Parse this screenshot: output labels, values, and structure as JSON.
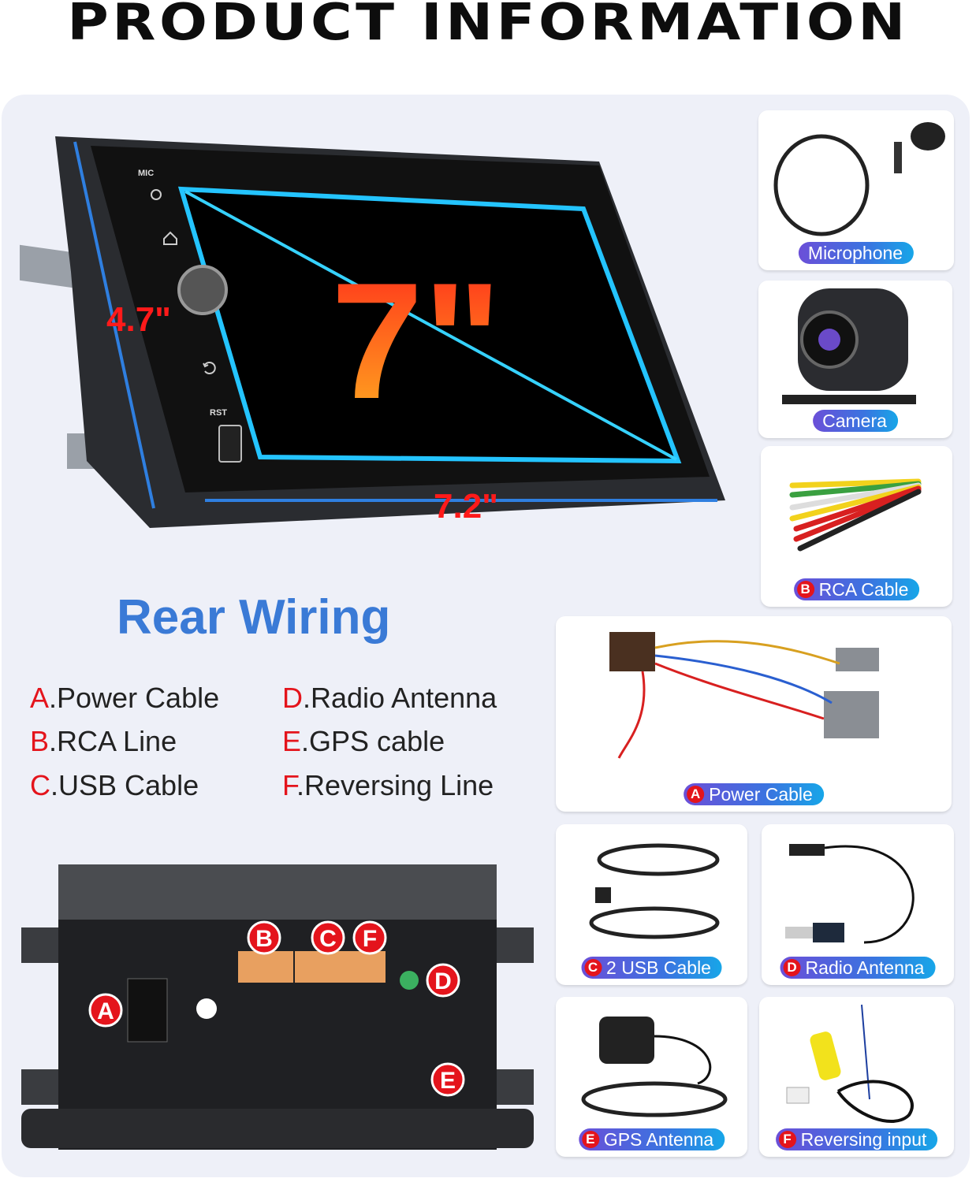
{
  "title": "PRODUCT INFORMATION",
  "head_unit": {
    "mic_label": "MIC",
    "rst_label": "RST",
    "screen_size": "7\"",
    "height_dim": "4.7\"",
    "width_dim": "7.2\""
  },
  "rear_wiring": {
    "title": "Rear Wiring",
    "items": [
      {
        "letter": "A",
        "label": ".Power Cable"
      },
      {
        "letter": "B",
        "label": ".RCA Line"
      },
      {
        "letter": "C",
        "label": ".USB Cable"
      },
      {
        "letter": "D",
        "label": ".Radio Antenna"
      },
      {
        "letter": "E",
        "label": ".GPS cable"
      },
      {
        "letter": "F",
        "label": ".Reversing Line"
      }
    ],
    "markers": [
      "A",
      "B",
      "C",
      "F",
      "D",
      "E"
    ]
  },
  "accessories": [
    {
      "letter": "",
      "label": "Microphone",
      "icon": "microphone-icon"
    },
    {
      "letter": "",
      "label": "Camera",
      "icon": "camera-icon"
    },
    {
      "letter": "B",
      "label": "RCA Cable",
      "icon": "rca-cable-icon"
    },
    {
      "letter": "A",
      "label": "Power Cable",
      "icon": "power-cable-icon"
    },
    {
      "letter": "C",
      "label": "2 USB Cable",
      "icon": "usb-cable-icon"
    },
    {
      "letter": "D",
      "label": "Radio Antenna",
      "icon": "radio-antenna-icon"
    },
    {
      "letter": "E",
      "label": "GPS Antenna",
      "icon": "gps-antenna-icon"
    },
    {
      "letter": "F",
      "label": "Reversing input",
      "icon": "reversing-cable-icon"
    }
  ],
  "colors": {
    "accent_blue": "#3a7ad6",
    "marker_red": "#e4141c"
  }
}
